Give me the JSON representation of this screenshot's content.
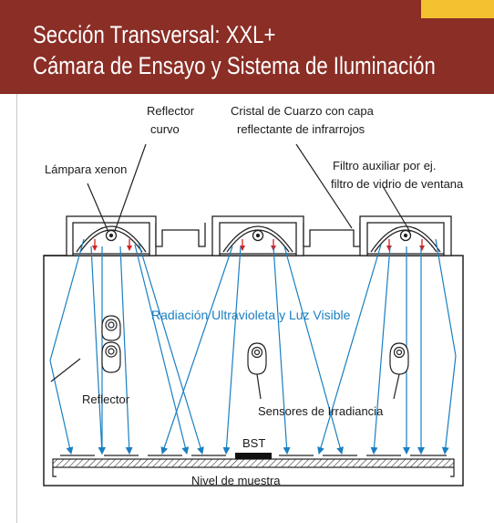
{
  "header": {
    "title_line1": "Sección Transversal: XXL+",
    "title_line2": "Cámara de Ensayo y Sistema de Iluminación",
    "bg_color": "#8a2e26",
    "accent_color": "#f4c230"
  },
  "labels": {
    "reflector_curvo_1": "Reflector",
    "reflector_curvo_2": "curvo",
    "cristal_1": "Cristal de Cuarzo con capa",
    "cristal_2": "reflectante de infrarrojos",
    "lampara": "Lámpara xenon",
    "filtro_1": "Filtro auxiliar por ej.",
    "filtro_2": "filtro de vidrio de ventana",
    "radiacion": "Radiación Ultravioleta y Luz Visible",
    "reflector": "Reflector",
    "sensores": "Sensores de Irradiancia",
    "bst": "BST",
    "nivel": "Nivel de muestra"
  },
  "colors": {
    "ray": "#1a7fc1",
    "ir_arrow": "#d42020",
    "line": "#222222"
  }
}
